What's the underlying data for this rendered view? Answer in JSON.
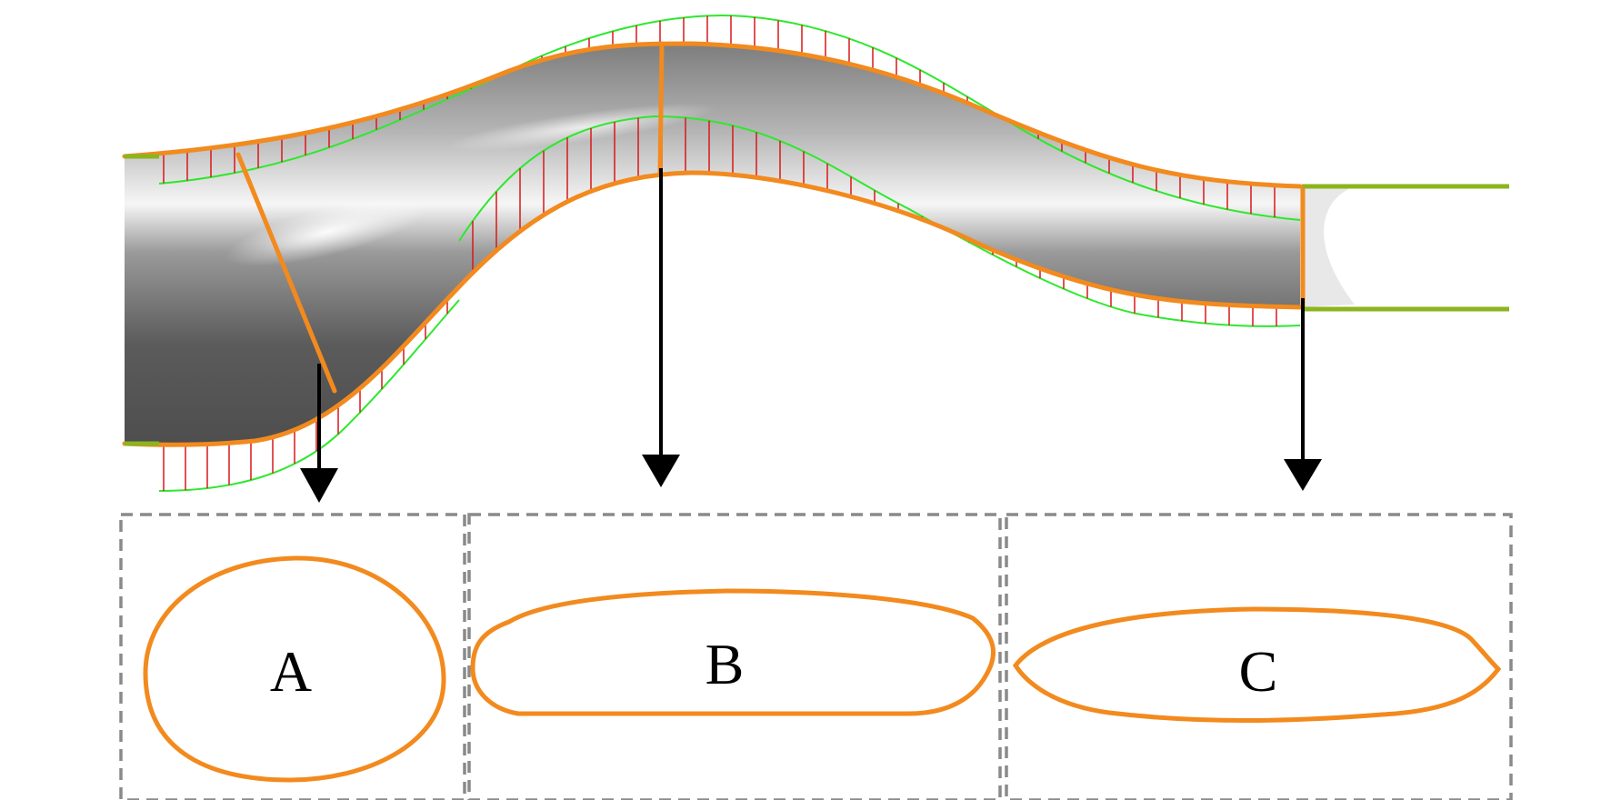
{
  "figure": {
    "colors": {
      "outline": "#f28a1e",
      "guide": "#2ee82e",
      "displacement": "#d81818",
      "inlet_edge": "#8cb41e",
      "arrow": "#000000",
      "box": "#8a8a8a",
      "tube_dark": "#4a4a4a",
      "tube_light": "#f4f4f4"
    },
    "sections": [
      {
        "id": "A",
        "label": "A",
        "shape": "rounded-egg"
      },
      {
        "id": "B",
        "label": "B",
        "shape": "flat-lens"
      },
      {
        "id": "C",
        "label": "C",
        "shape": "pointed-lens"
      }
    ]
  }
}
